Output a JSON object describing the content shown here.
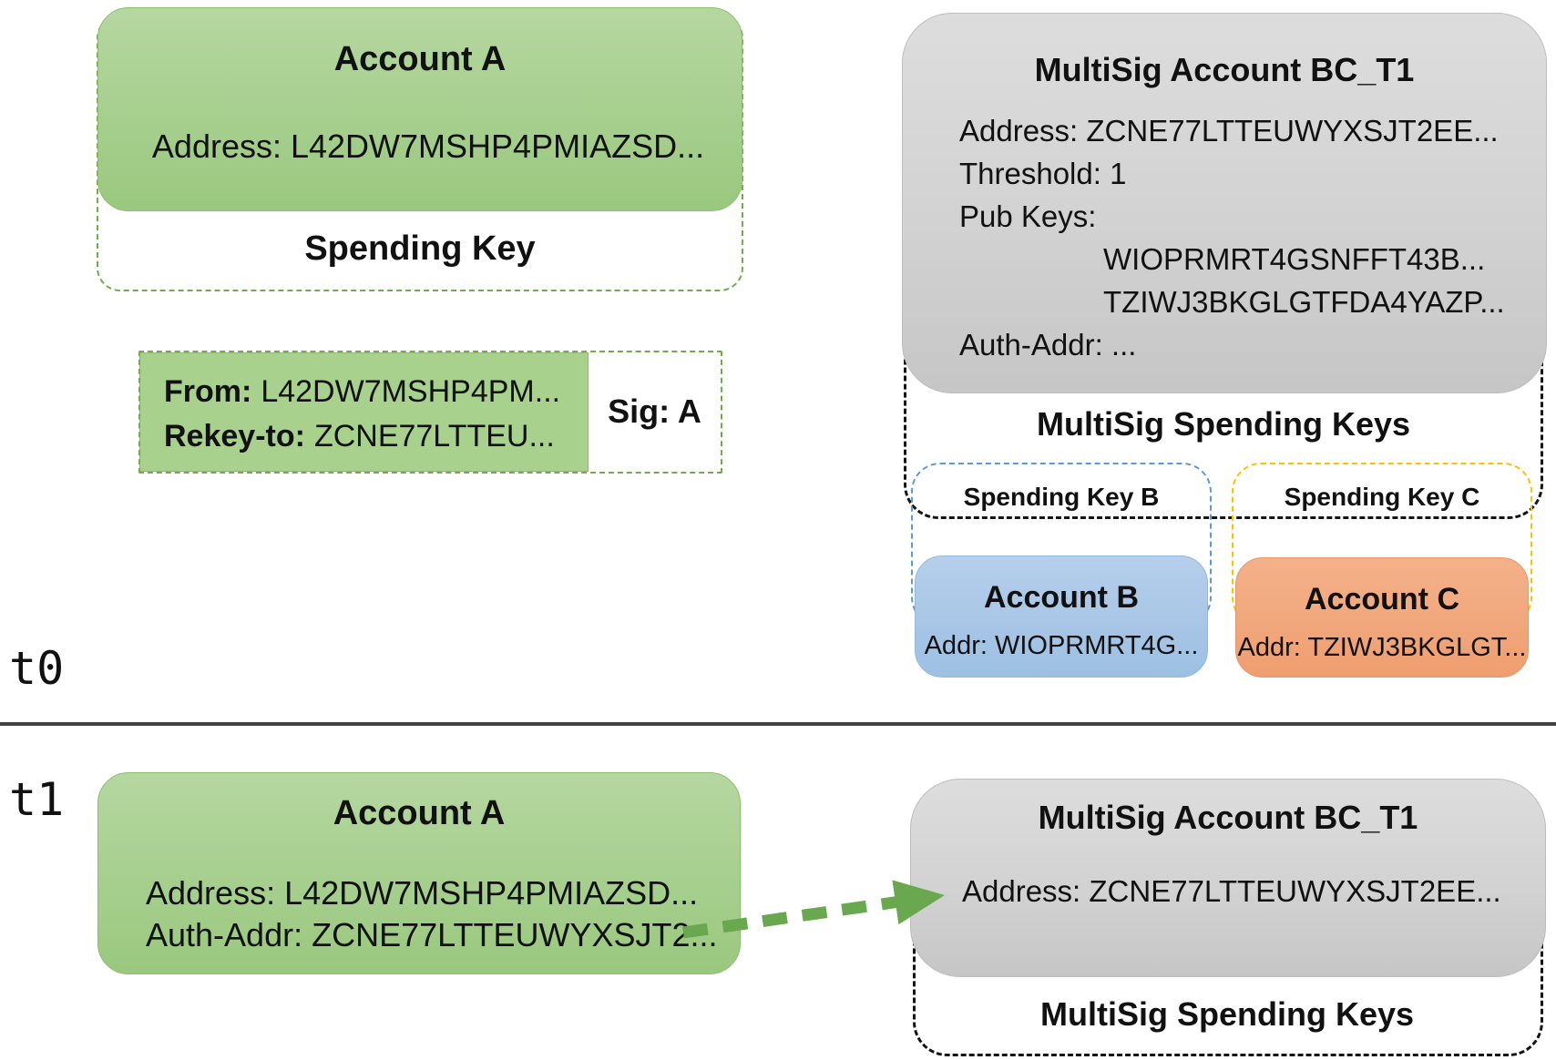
{
  "colors": {
    "account_green": "#9ac87e",
    "green_dash": "#70ad47",
    "rekey_txn_green": "#a9d18e",
    "multisig_gray": "#c6c6c6",
    "account_b_blue": "#9cc0e3",
    "account_c_orange": "#ef9e6f",
    "spending_key_b_dash": "#5b9bd5",
    "spending_key_c_dash": "#ffc000",
    "multisig_keys_dash": "#141414",
    "arrow_green": "#69a84e",
    "separator_gray": "#424242"
  },
  "t0": {
    "label": "t0",
    "account_a": {
      "title": "Account A",
      "address": "Address: L42DW7MSHP4PMIAZSD..."
    },
    "spending_key_label": "Spending Key",
    "rekey_txn": {
      "from_label": "From:",
      "from_value": "L42DW7MSHP4PM...",
      "rekey_label": "Rekey-to:",
      "rekey_value": "ZCNE77LTTEU...",
      "sig": "Sig: A"
    },
    "multisig": {
      "title": "MultiSig Account BC_T1",
      "address": "Address: ZCNE77LTTEUWYXSJT2EE...",
      "threshold": "Threshold: 1",
      "pub_keys_label": "Pub Keys:",
      "pub_key_1": "WIOPRMRT4GSNFFT43B...",
      "pub_key_2": "TZIWJ3BKGLGTFDA4YAZP...",
      "auth_addr": "Auth-Addr: ..."
    },
    "multisig_spending_keys_label": "MultiSig Spending Keys",
    "spending_key_b_label": "Spending Key B",
    "spending_key_c_label": "Spending Key C",
    "account_b": {
      "title": "Account B",
      "addr": "Addr: WIOPRMRT4G..."
    },
    "account_c": {
      "title": "Account C",
      "addr": "Addr: TZIWJ3BKGLGT..."
    }
  },
  "t1": {
    "label": "t1",
    "account_a": {
      "title": "Account A",
      "address": "Address: L42DW7MSHP4PMIAZSD...",
      "auth_addr": "Auth-Addr: ZCNE77LTTEUWYXSJT2..."
    },
    "multisig": {
      "title": "MultiSig Account BC_T1",
      "address": "Address: ZCNE77LTTEUWYXSJT2EE..."
    },
    "multisig_spending_keys_label": "MultiSig Spending Keys"
  }
}
